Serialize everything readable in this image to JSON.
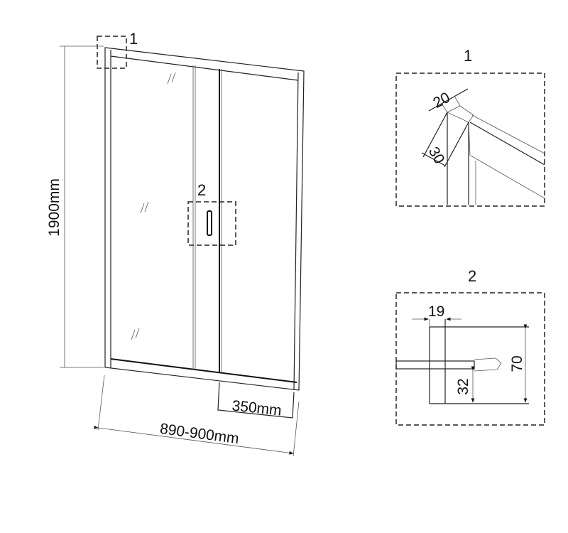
{
  "main_view": {
    "callout_1": "1",
    "callout_2": "2",
    "height_label": "1900mm",
    "width_label": "890-900mm",
    "door_width_label": "350mm"
  },
  "detail_1": {
    "title": "1",
    "profile_width": "20",
    "profile_depth": "30"
  },
  "detail_2": {
    "title": "2",
    "handle_width": "19",
    "handle_height": "70",
    "handle_offset": "32"
  }
}
